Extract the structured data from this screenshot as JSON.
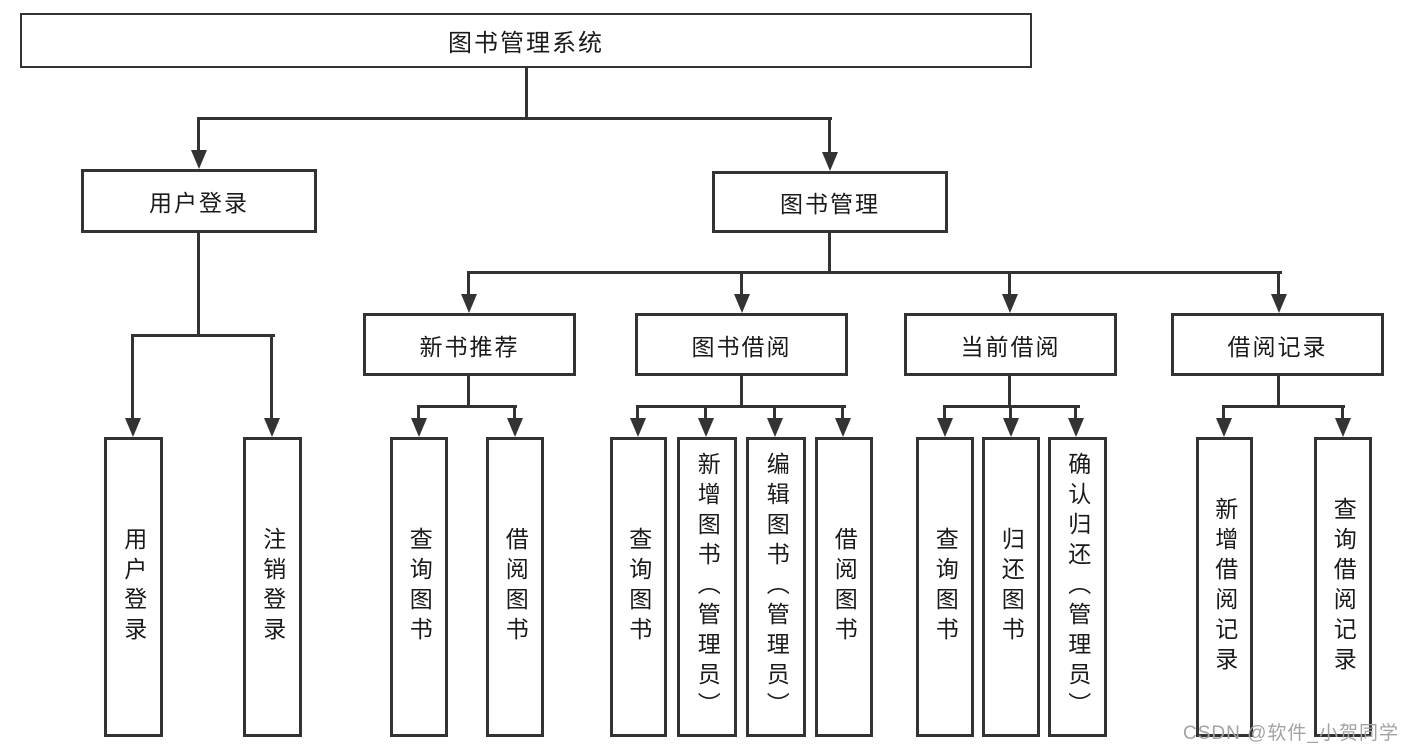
{
  "diagram": {
    "root": {
      "label": "图书管理系统"
    },
    "branches": [
      {
        "label": "用户登录",
        "children": [
          {
            "label": "用户登录"
          },
          {
            "label": "注销登录"
          }
        ]
      },
      {
        "label": "图书管理",
        "groups": [
          {
            "label": "新书推荐",
            "children": [
              {
                "label": "查询图书"
              },
              {
                "label": "借阅图书"
              }
            ]
          },
          {
            "label": "图书借阅",
            "children": [
              {
                "label": "查询图书"
              },
              {
                "label": "新增图书（管理员）"
              },
              {
                "label": "编辑图书（管理员）"
              },
              {
                "label": "借阅图书"
              }
            ]
          },
          {
            "label": "当前借阅",
            "children": [
              {
                "label": "查询图书"
              },
              {
                "label": "归还图书"
              },
              {
                "label": "确认归还（管理员）"
              }
            ]
          },
          {
            "label": "借阅记录",
            "children": [
              {
                "label": "新增借阅记录"
              },
              {
                "label": "查询借阅记录"
              }
            ]
          }
        ]
      }
    ]
  },
  "watermark": {
    "text": "CSDN @软件_小贺同学"
  },
  "colors": {
    "line": "#333333",
    "text": "#1a1a1a",
    "watermark": "#a3a3a3",
    "background": "#ffffff"
  }
}
